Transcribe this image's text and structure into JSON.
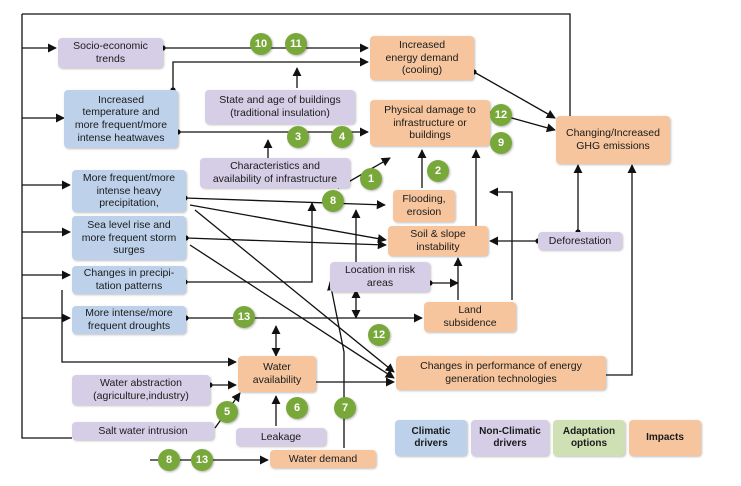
{
  "climatic": {
    "temperature": "Increased\ntemperature and\nmore frequent/more\nintense heatwaves",
    "precipitation": "More frequent/more\nintense heavy\nprecipitation,",
    "sea_level": "Sea level rise and\nmore frequent storm\nsurges",
    "precip_patterns": "Changes in precipi-\ntation patterns",
    "droughts": "More intense/more\nfrequent droughts"
  },
  "non_climatic": {
    "socio_economic": "Socio-economic\ntrends",
    "buildings": "State and age of buildings\n(traditional insulation)",
    "infrastructure": "Characteristics and\navailability of infrastructure",
    "location": "Location in risk\nareas",
    "deforestation": "Deforestation",
    "water_abstraction": "Water abstraction\n(agriculture,industry)",
    "salt_water": "Salt water intrusion",
    "leakage": "Leakage"
  },
  "impacts": {
    "energy_demand": "Increased\nenergy demand\n(cooling)",
    "physical_damage": "Physical damage to\ninfrastructure or\nbuildings",
    "ghg": "Changing/Increased\nGHG emissions",
    "flooding": "Flooding,\nerosion",
    "soil": "Soil & slope\ninstability",
    "subsidence": "Land\nsubsidence",
    "water_availability": "Water\navailability",
    "performance": "Changes in performance of energy\ngeneration technologies",
    "water_demand": "Water demand"
  },
  "adaptation_options": [
    "10",
    "11",
    "3",
    "4",
    "12",
    "9",
    "1",
    "2",
    "8",
    "13",
    "12",
    "5",
    "6",
    "7",
    "8",
    "13"
  ],
  "legend": {
    "climatic": "Climatic\ndrivers",
    "non_climatic": "Non-Climatic\ndrivers",
    "adaptation": "Adaptation\noptions",
    "impacts": "Impacts"
  },
  "colors": {
    "climatic": "#bdd2ea",
    "non_climatic": "#d6cee6",
    "adaptation": "#cfe0b5",
    "impacts": "#f6c59d",
    "option_circle": "#79a83a"
  }
}
